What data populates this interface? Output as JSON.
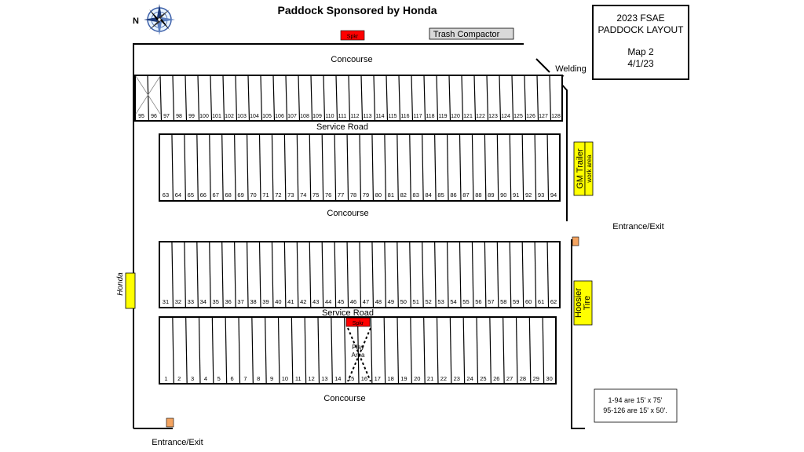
{
  "title": "Paddock Sponsored by Honda",
  "info_box": {
    "line1": "2023 FSAE",
    "line2": "PADDOCK LAYOUT",
    "line3": "Map 2",
    "line4": "4/1/23"
  },
  "compass": {
    "north_letter": "N",
    "icon": "compass-rose-icon"
  },
  "labels": {
    "spkr": "Spkr",
    "trash_compactor": "Trash Compactor",
    "welding": "Welding",
    "concourse": "Concourse",
    "service_road": "Service Road",
    "gm_trailer": "GM Trailer",
    "work_area": "work area",
    "entrance_exit": "Entrance/Exit",
    "hoosier": "Hoosier",
    "tire": "Tire",
    "honda": "Honda",
    "play_area_1": "Play",
    "play_area_2": "Area"
  },
  "note": {
    "line1": "1-94 are 15' x 75'",
    "line2": "95-126 are 15' x 50'."
  },
  "rows": {
    "top_small": [
      "95",
      "96",
      "97",
      "98",
      "99",
      "100",
      "101",
      "102",
      "103",
      "104",
      "105",
      "106",
      "107",
      "108",
      "109",
      "110",
      "111",
      "112",
      "113",
      "114",
      "115",
      "116",
      "117",
      "118",
      "119",
      "120",
      "121",
      "122",
      "123",
      "124",
      "125",
      "126",
      "127",
      "128"
    ],
    "upper_mid": [
      "63",
      "64",
      "65",
      "66",
      "67",
      "68",
      "69",
      "70",
      "71",
      "72",
      "73",
      "74",
      "75",
      "76",
      "77",
      "78",
      "79",
      "80",
      "81",
      "82",
      "83",
      "84",
      "85",
      "86",
      "87",
      "88",
      "89",
      "90",
      "91",
      "92",
      "93",
      "94"
    ],
    "lower_mid": [
      "31",
      "32",
      "33",
      "34",
      "35",
      "36",
      "37",
      "38",
      "39",
      "40",
      "41",
      "42",
      "43",
      "44",
      "45",
      "46",
      "47",
      "48",
      "49",
      "50",
      "51",
      "52",
      "53",
      "54",
      "55",
      "56",
      "57",
      "58",
      "59",
      "60",
      "61",
      "62"
    ],
    "bottom": [
      "1",
      "2",
      "3",
      "4",
      "5",
      "6",
      "7",
      "8",
      "9",
      "10",
      "11",
      "12",
      "13",
      "14",
      "15",
      "16",
      "17",
      "18",
      "19",
      "20",
      "21",
      "22",
      "23",
      "24",
      "25",
      "26",
      "27",
      "28",
      "29",
      "30"
    ]
  },
  "colors": {
    "speaker": "#ff0000",
    "sponsor_area": "#ffff00",
    "trash_compactor": "#d9d9d9",
    "marker": "#f4a460",
    "line": "#000000"
  }
}
